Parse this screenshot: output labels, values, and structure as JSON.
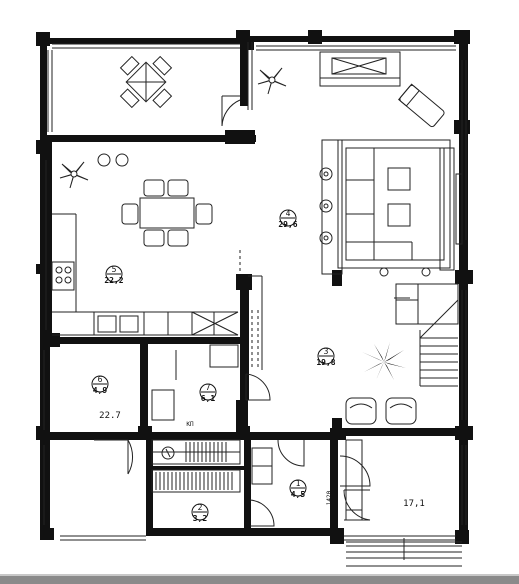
{
  "colors": {
    "wall": "#111111",
    "line": "#222222",
    "bg": "#ffffff",
    "bottom_bar": "#8a8a8a"
  },
  "rooms": [
    {
      "id": "4",
      "area": "29,6"
    },
    {
      "id": "5",
      "area": "22,2"
    },
    {
      "id": "3",
      "area": "19,8"
    },
    {
      "id": "6",
      "area": "4,9"
    },
    {
      "id": "7",
      "area": "6,1"
    },
    {
      "id": "1",
      "area": "4,5"
    },
    {
      "id": "2",
      "area": "3,2"
    }
  ],
  "labels": {
    "terrace_left": "22.7",
    "porch": "17,1",
    "closet": "КП",
    "door_dim": "1420"
  }
}
